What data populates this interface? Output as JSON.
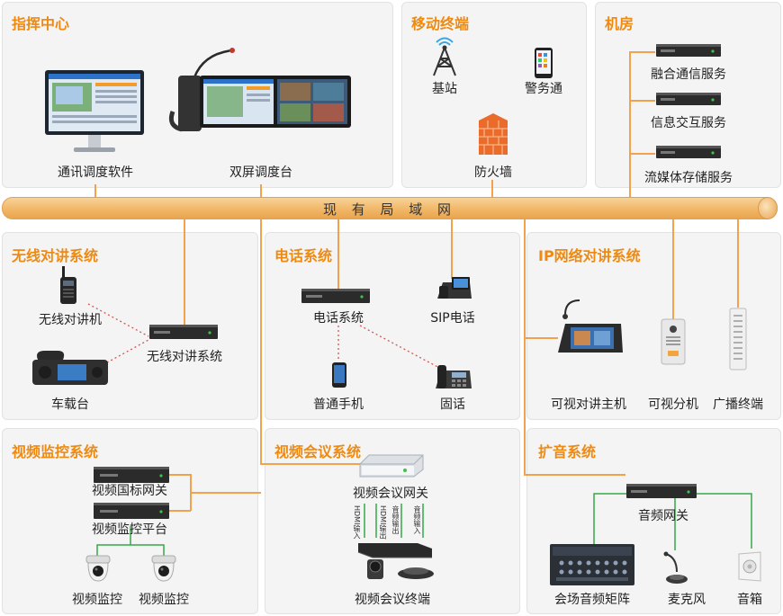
{
  "network": {
    "label": "现 有 局 域 网"
  },
  "panels": {
    "command": "指挥中心",
    "mobile": "移动终端",
    "server_room": "机房",
    "radio": "无线对讲系统",
    "phone": "电话系统",
    "ip_intercom": "IP网络对讲系统",
    "video_surveillance": "视频监控系统",
    "video_conference": "视频会议系统",
    "pa": "扩音系统"
  },
  "command": {
    "software": "通讯调度软件",
    "dual_screen": "双屏调度台"
  },
  "mobile": {
    "base_station": "基站",
    "police_app": "警务通",
    "firewall": "防火墙"
  },
  "server_room": {
    "items": [
      "融合通信服务",
      "信息交互服务",
      "流媒体存储服务"
    ]
  },
  "radio": {
    "handheld": "无线对讲机",
    "vehicle": "车载台",
    "system": "无线对讲系统"
  },
  "phone": {
    "system": "电话系统",
    "sip": "SIP电话",
    "mobile": "普通手机",
    "fixed": "固话"
  },
  "ip_intercom": {
    "master": "可视对讲主机",
    "sub": "可视分机",
    "broadcast": "广播终端"
  },
  "video_surveillance": {
    "gateway": "视频国标网关",
    "platform": "视频监控平台",
    "camera1": "视频监控",
    "camera2": "视频监控"
  },
  "video_conference": {
    "gateway": "视频会议网关",
    "terminal": "视频会议终端",
    "signals": [
      "HDMI输入",
      "HDMI输出",
      "音频输出",
      "音频输入"
    ]
  },
  "pa": {
    "gateway": "音频网关",
    "matrix": "会场音频矩阵",
    "mic": "麦克风",
    "speaker": "音箱"
  },
  "colors": {
    "accent": "#ee8a12",
    "line": "#f2a24c",
    "green": "#37a84a",
    "dotted": "#d9534f"
  }
}
